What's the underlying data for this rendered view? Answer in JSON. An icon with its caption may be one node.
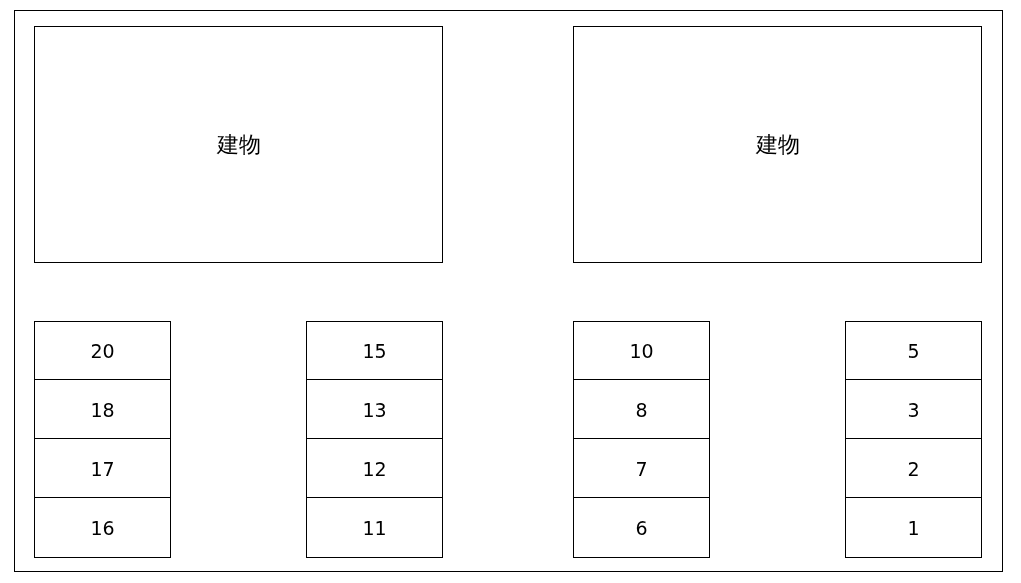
{
  "diagram": {
    "nodes": [
      {
        "text": [
          "建物"
        ]
      },
      {
        "text": [
          "建物"
        ]
      },
      {
        "text": [
          "20"
        ]
      },
      {
        "text": [
          "15"
        ]
      },
      {
        "text": [
          "10"
        ]
      },
      {
        "text": [
          "5"
        ]
      },
      {
        "text": [
          "18"
        ]
      },
      {
        "text": [
          "13"
        ]
      },
      {
        "text": [
          "8"
        ]
      },
      {
        "text": [
          "3"
        ]
      },
      {
        "text": [
          "17"
        ]
      },
      {
        "text": [
          "12"
        ]
      },
      {
        "text": [
          "7"
        ]
      },
      {
        "text": [
          "2"
        ]
      },
      {
        "text": [
          "16"
        ]
      },
      {
        "text": [
          "11"
        ]
      },
      {
        "text": [
          "6"
        ]
      },
      {
        "text": [
          "1"
        ]
      }
    ]
  }
}
